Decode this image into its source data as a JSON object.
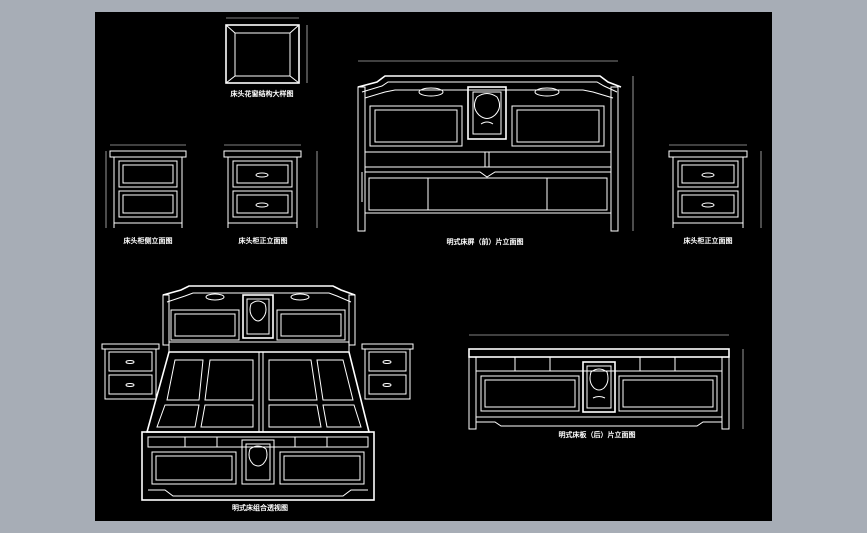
{
  "view": {
    "background": "#000000",
    "frame": "#a7adb6",
    "line_color": "#ffffff"
  },
  "captions": {
    "headboard_detail": "床头花窗结构大样图",
    "nightstand_side": "床头柜侧立面图",
    "nightstand_front": "床头柜正立面图",
    "bed_front": "明式床屏（前）片立面图",
    "nightstand_front_right": "床头柜正立面图",
    "bed_plan": "明式床组合透视图",
    "bed_rear": "明式床板（后）片立面图"
  }
}
